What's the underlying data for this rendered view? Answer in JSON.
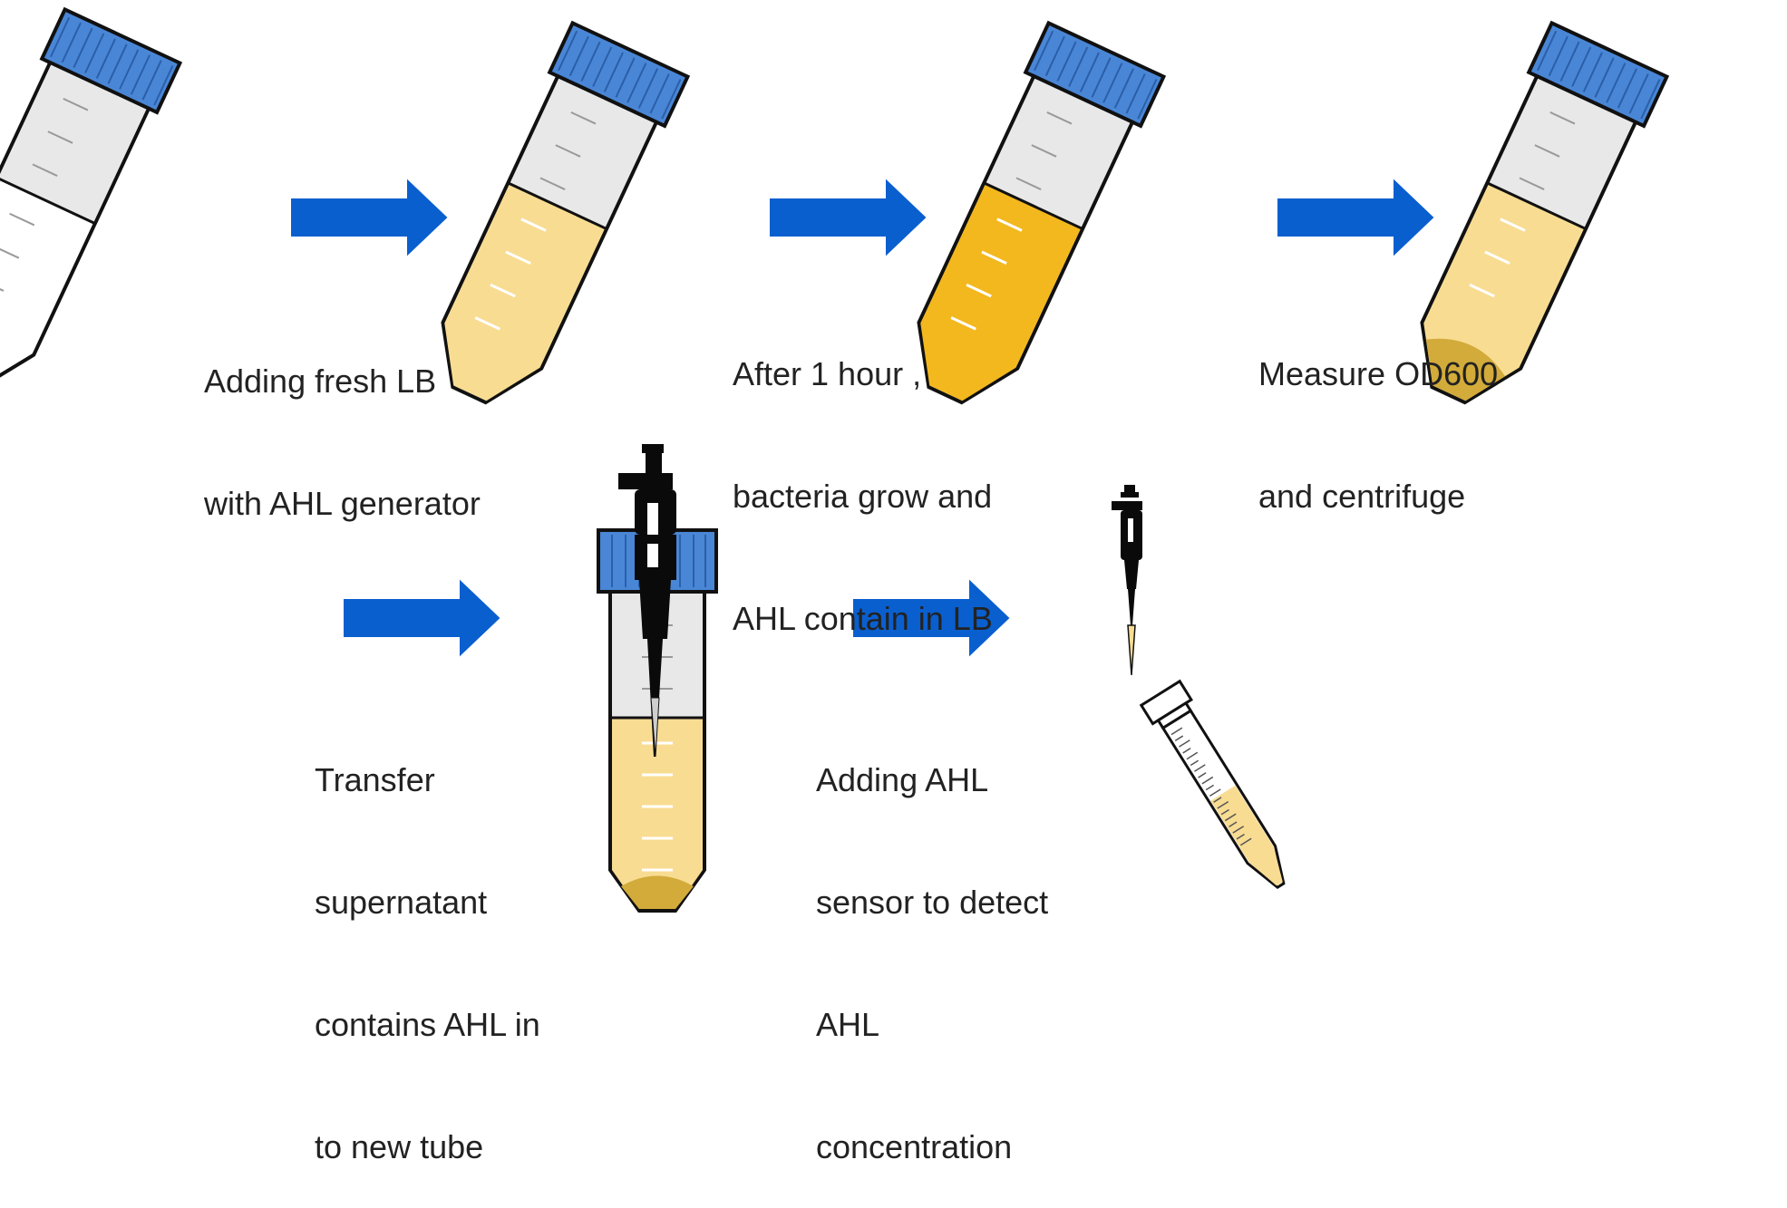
{
  "colors": {
    "cap_blue": "#4a86d6",
    "arrow_blue": "#0a5fcf",
    "tube_grey": "#e8e8e8",
    "lb_light": "#f8dc92",
    "lb_dark": "#f2b81e",
    "pellet": "#d2ab3a",
    "outline": "#111111",
    "pipette": "#0a0a0a"
  },
  "steps": [
    {
      "id": "add-lb",
      "lines": [
        "Adding fresh LB",
        "with AHL generator"
      ]
    },
    {
      "id": "incubate",
      "lines": [
        "After 1 hour ,",
        "bacteria grow and",
        "AHL contain in LB"
      ]
    },
    {
      "id": "measure",
      "lines": [
        "Measure OD600",
        "and centrifuge"
      ]
    },
    {
      "id": "transfer",
      "lines": [
        "Transfer",
        "supernatant",
        "contains AHL in",
        "to new tube"
      ]
    },
    {
      "id": "sensor",
      "lines": [
        "Adding AHL",
        "sensor to detect",
        "AHL",
        "concentration"
      ]
    }
  ],
  "icons": {
    "tube_empty": "falcon-tube-empty-icon",
    "tube_lb": "falcon-tube-lb-icon",
    "tube_grown": "falcon-tube-grown-icon",
    "tube_pellet": "falcon-tube-pellet-icon",
    "tube_pipette": "tube-with-pipette-icon",
    "pipette_small": "pipette-icon",
    "tube_small": "small-tube-icon",
    "arrow": "right-arrow-icon"
  }
}
